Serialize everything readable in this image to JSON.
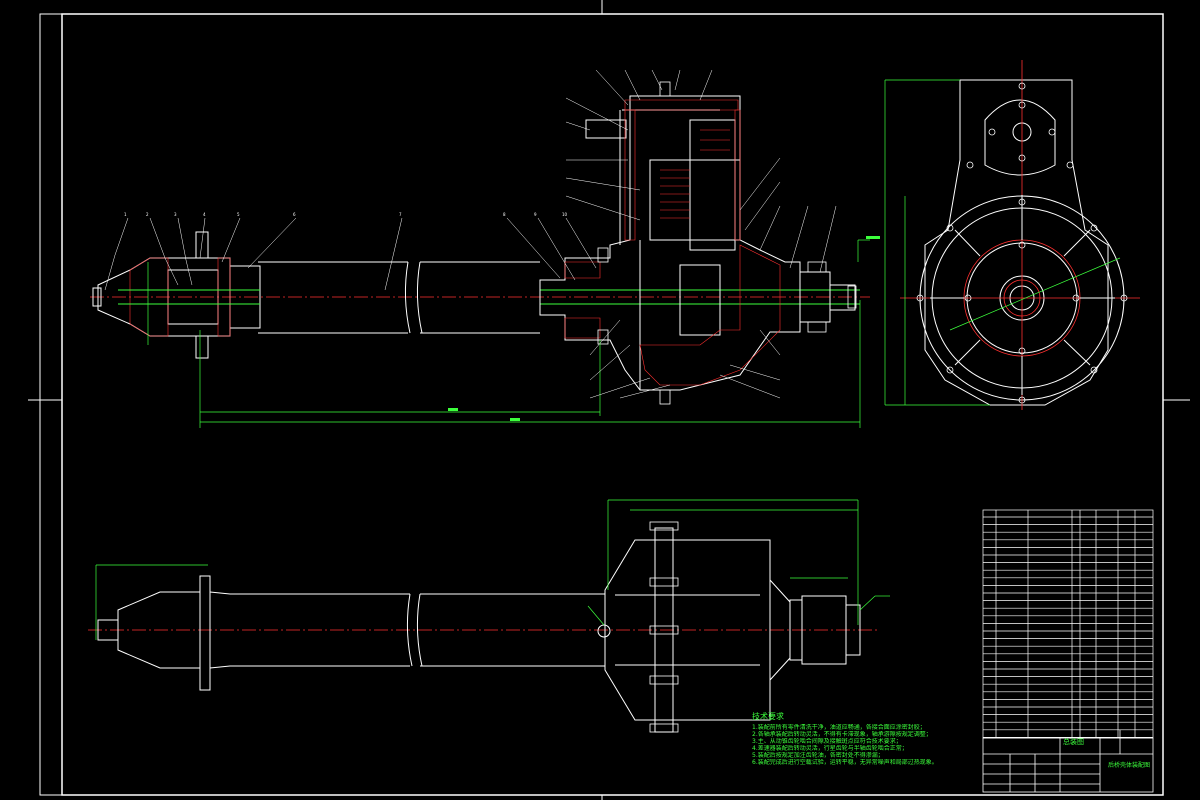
{
  "drawing": {
    "title_block": {
      "assembly_label": "总装图",
      "drawing_name": "后桥壳体装配图"
    },
    "technical_requirements": {
      "heading": "技术要求",
      "notes": [
        "1.装配前所有零件清洗干净，油道应畅通，各接合面应涂密封胶；",
        "2.各轴承装配后转动灵活，不得有卡滞现象，轴承游隙按规定调整；",
        "3.主、从动锥齿轮啮合间隙及接触斑点应符合技术要求；",
        "4.差速器装配后转动灵活，行星齿轮与半轴齿轮啮合正常；",
        "5.装配后按规定加注齿轮油，各密封处不得渗漏；",
        "6.装配完成后进行空载试验，运转平稳，无异常噪声和局部过热现象。"
      ]
    },
    "colors": {
      "outline": "#ffffff",
      "dimension": "#3cff3c",
      "centerline": "#ff3030",
      "callout": "#ffffff"
    }
  }
}
